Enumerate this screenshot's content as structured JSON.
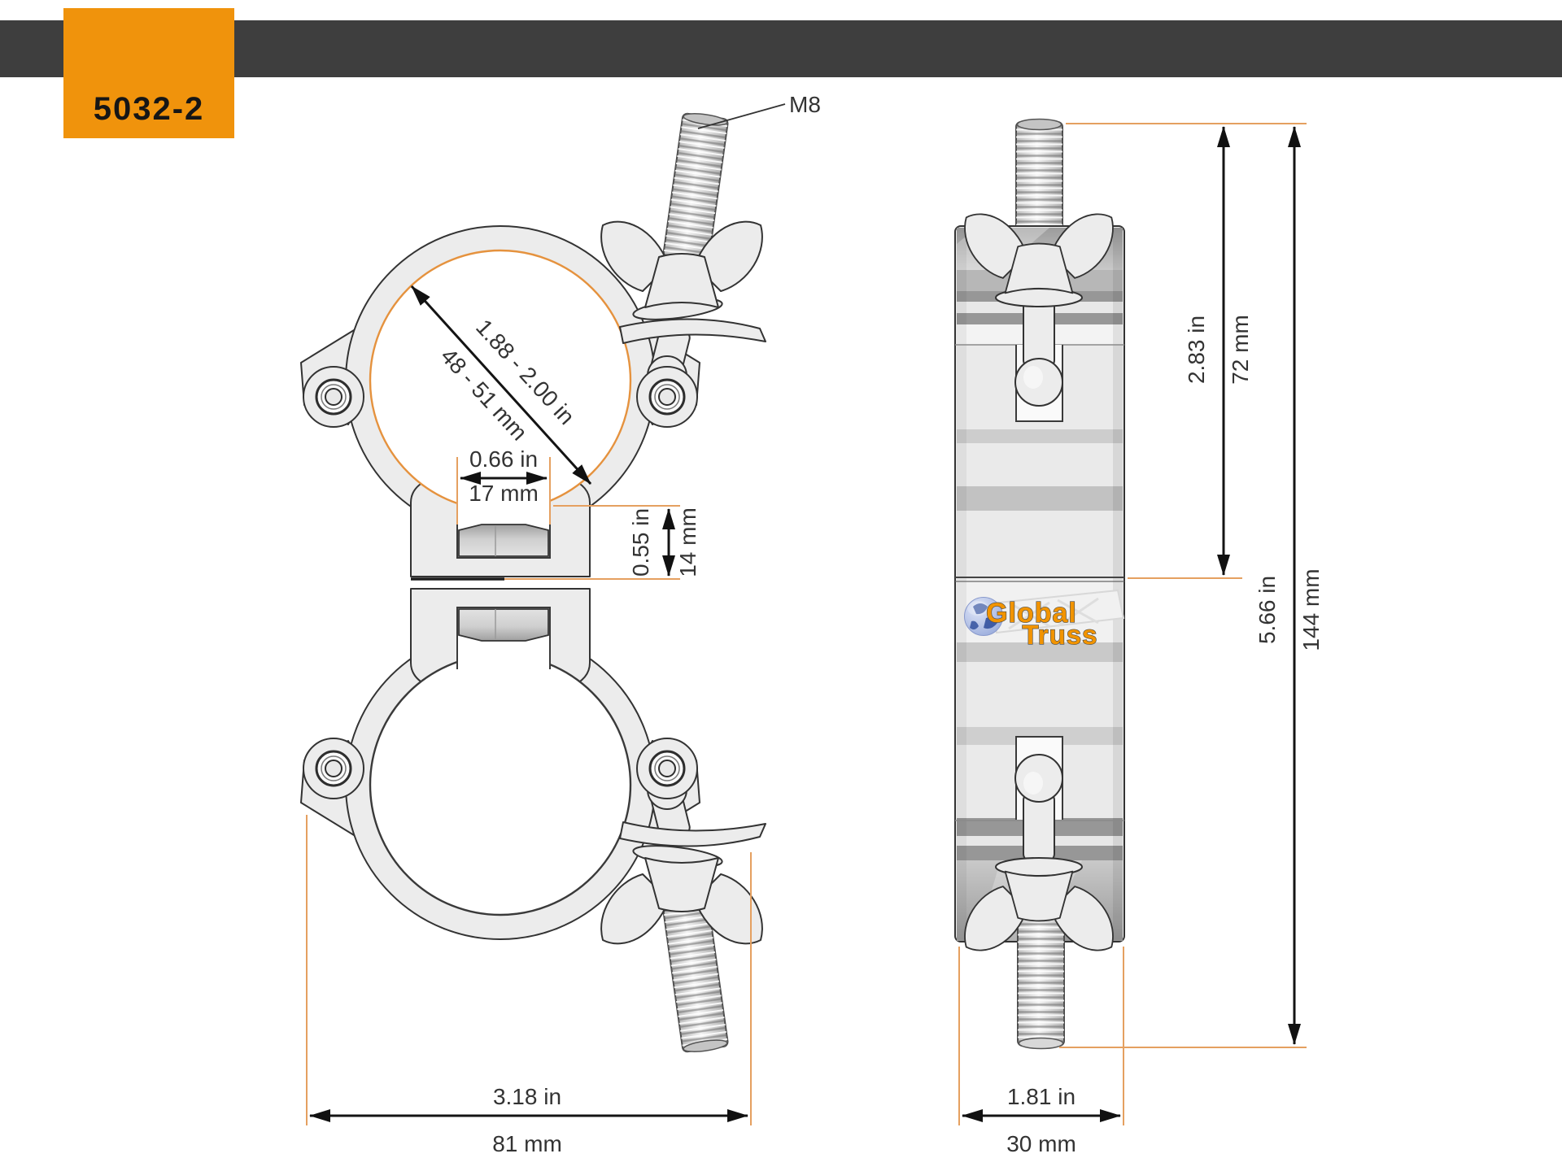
{
  "badge": {
    "model": "5032-2",
    "color": "#F0930C"
  },
  "header": {
    "bar_color": "#3E3E3E"
  },
  "front_view": {
    "bolt_label": "M8",
    "bore_diameter_in": "1.88 - 2.00 in",
    "bore_diameter_mm": "48 - 51 mm",
    "slot_width_in": "0.66 in",
    "slot_width_mm": "17 mm",
    "half_depth_in": "0.55 in",
    "half_depth_mm": "14 mm",
    "overall_width_in": "3.18 in",
    "overall_width_mm": "81 mm"
  },
  "side_view": {
    "upper_section_in": "2.83 in",
    "upper_section_mm": "72 mm",
    "overall_height_in": "5.66 in",
    "overall_height_mm": "144 mm",
    "overall_depth_in": "1.81 in",
    "overall_depth_mm": "30 mm"
  },
  "logo": {
    "word1": "Global",
    "word2": "Truss"
  },
  "colors": {
    "accent_orange": "#F0930C",
    "dimension_line_orange": "#E5A060",
    "logo_orange": "#F29400",
    "header_gray": "#3E3E3E"
  }
}
